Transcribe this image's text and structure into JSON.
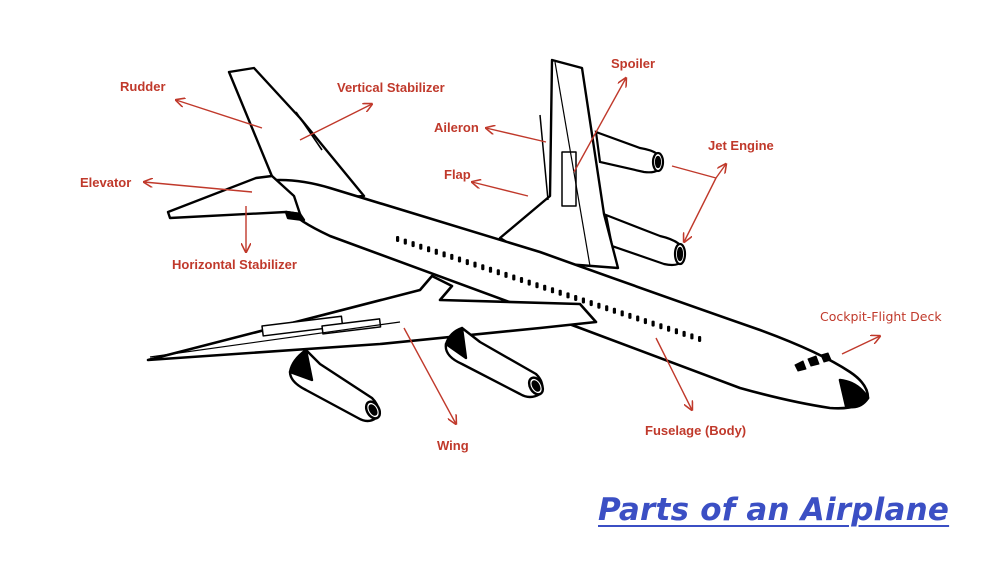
{
  "title": "Parts of an Airplane",
  "label_color": "#c0392b",
  "title_color": "#3b4fc4",
  "labels": {
    "rudder": "Rudder",
    "vertical_stabilizer": "Vertical Stabilizer",
    "spoiler": "Spoiler",
    "aileron": "Aileron",
    "jet_engine": "Jet Engine",
    "flap": "Flap",
    "elevator": "Elevator",
    "horizontal_stabilizer": "Horizontal Stabilizer",
    "cockpit": "Cockpit-Flight Deck",
    "wing": "Wing",
    "fuselage": "Fuselage (Body)"
  }
}
